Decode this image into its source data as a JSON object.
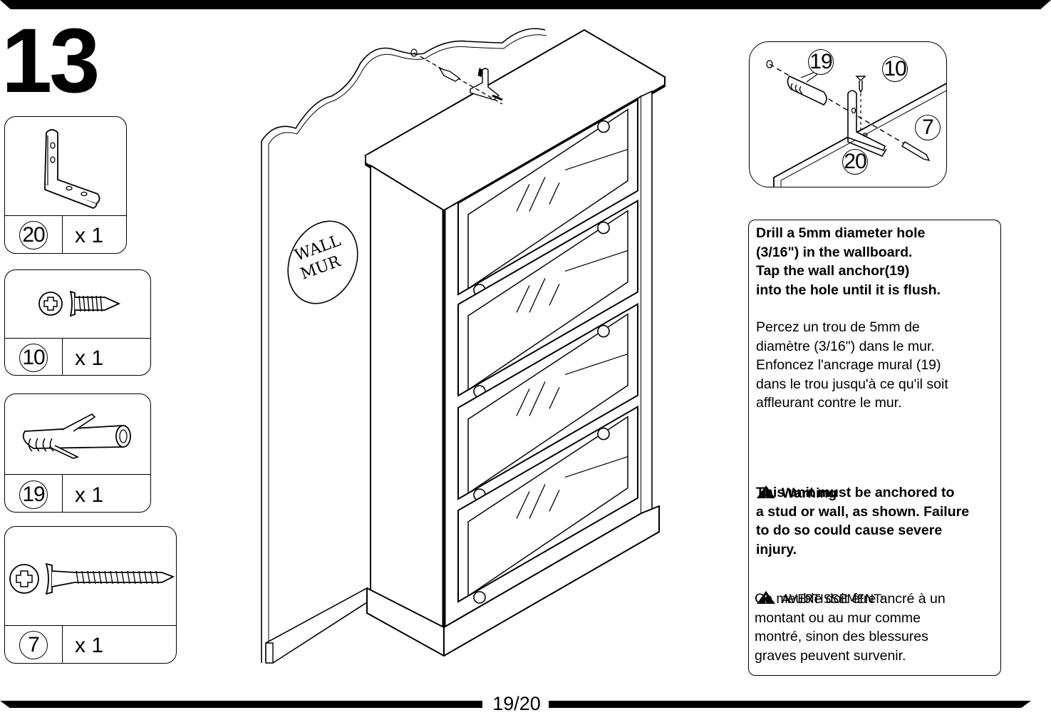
{
  "step_number": "13",
  "parts": [
    {
      "number": "20",
      "quantity": "x 1",
      "icon": "l-bracket-icon"
    },
    {
      "number": "10",
      "quantity": "x 1",
      "icon": "screw-short-icon"
    },
    {
      "number": "19",
      "quantity": "x 1",
      "icon": "wall-anchor-icon"
    },
    {
      "number": "7",
      "quantity": "x 1",
      "icon": "screw-long-icon"
    }
  ],
  "illustration": {
    "wall_label_1": "WALL",
    "wall_label_2": "MUR"
  },
  "detail_callouts": [
    "19",
    "10",
    "7",
    "20"
  ],
  "instructions_en": "Drill a 5mm diameter hole\n(3/16\") in the wallboard.\nTap the wall anchor(19)\ninto the hole until it is flush.",
  "instructions_fr": "Percez un trou de 5mm de\ndiamètre (3/16\") dans le mur.\n Enfoncez l'ancrage mural (19)\ndans le trou jusqu'à ce qu'il soit\naffleurant contre le mur.",
  "warning_en_title": "Warning",
  "warning_en_text": "This unit must be anchored to\na stud or wall, as shown. Failure\nto do so could cause severe\ninjury.",
  "warning_fr_title": "AVERTISSEMENT:",
  "warning_fr_text": "Ce meuble doit être ancré à un\nmontant ou au mur comme\nmontré, sinon des blessures\ngraves peuvent survenir.",
  "page": "19/20"
}
